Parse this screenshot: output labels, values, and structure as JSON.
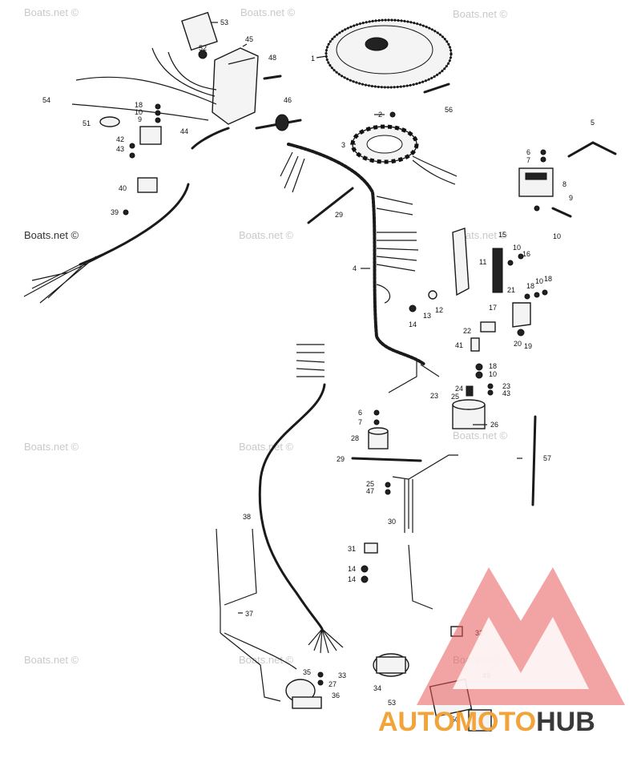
{
  "watermark": "Boats.net ©",
  "brand": {
    "part1": "AUTO",
    "part2": "MOTO",
    "part3": "HUB",
    "color_orange": "#f2a33a",
    "color_dark": "#3a3a3a",
    "color_red": "#e8595a"
  },
  "labels": {
    "l1": "1",
    "l2": "2",
    "l3": "3",
    "l4": "4",
    "l5": "5",
    "l6a": "6",
    "l7a": "7",
    "l8": "8",
    "l9": "9",
    "l10a": "10",
    "l10b": "10",
    "l16": "16",
    "l15": "15",
    "l11": "11",
    "l18a": "18",
    "l10c": "10",
    "l18b": "18",
    "l21": "21",
    "l17": "17",
    "l12": "12",
    "l13": "13",
    "l14a": "14",
    "l22": "22",
    "l41": "41",
    "l20": "20",
    "l19": "19",
    "l18c": "18",
    "l10d": "10",
    "l23a": "23",
    "l24": "24",
    "l25a": "25",
    "l43a": "43",
    "l23b": "23",
    "l26": "26",
    "l6b": "6",
    "l7b": "7",
    "l28": "28",
    "l29a": "29",
    "l57": "57",
    "l25b": "25",
    "l47": "47",
    "l30": "30",
    "l31": "31",
    "l14b": "14",
    "l14c": "14",
    "l38": "38",
    "l37": "37",
    "l32": "32",
    "l49": "49",
    "l35": "35",
    "l27": "27",
    "l33": "33",
    "l36": "36",
    "l34": "34",
    "l53a": "53",
    "l50": "50",
    "l29b": "29",
    "l53b": "53",
    "l45": "45",
    "l52": "52",
    "l48": "48",
    "l46": "46",
    "l56": "56",
    "l54": "54",
    "l18d": "18",
    "l10e": "10",
    "l9b": "9",
    "l51": "51",
    "l44": "44",
    "l42": "42",
    "l43b": "43",
    "l40": "40",
    "l39": "39"
  }
}
